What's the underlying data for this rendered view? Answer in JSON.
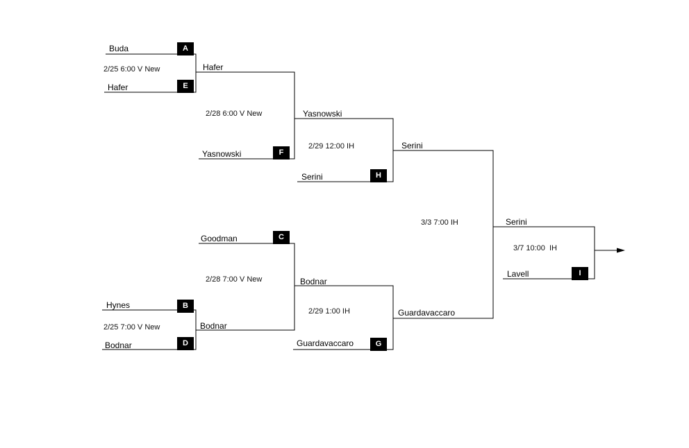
{
  "bracket": {
    "entrants": [
      {
        "name": "Buda",
        "seed": "A"
      },
      {
        "name": "Hafer",
        "seed": "E"
      },
      {
        "name": "Yasnowski",
        "seed": "F"
      },
      {
        "name": "Serini",
        "seed": "H"
      },
      {
        "name": "Goodman",
        "seed": "C"
      },
      {
        "name": "Hynes",
        "seed": "B"
      },
      {
        "name": "Bodnar",
        "seed": "D"
      },
      {
        "name": "Guardavaccaro",
        "seed": "G"
      },
      {
        "name": "Lavell",
        "seed": "I"
      }
    ],
    "winners": [
      {
        "name": "Hafer"
      },
      {
        "name": "Yasnowski"
      },
      {
        "name": "Serini"
      },
      {
        "name": "Bodnar"
      },
      {
        "name": "Bodnar"
      },
      {
        "name": "Guardavaccaro"
      },
      {
        "name": "Serini"
      }
    ],
    "games": [
      {
        "schedule": "2/25 6:00 V New"
      },
      {
        "schedule": "2/28 6:00 V New"
      },
      {
        "schedule": "2/29 12:00 IH"
      },
      {
        "schedule": "2/28 7:00 V New"
      },
      {
        "schedule": "2/25 7:00 V New"
      },
      {
        "schedule": "2/29 1:00 IH"
      },
      {
        "schedule": "3/3 7:00 IH"
      },
      {
        "schedule": "3/7 10:00  IH"
      }
    ]
  }
}
